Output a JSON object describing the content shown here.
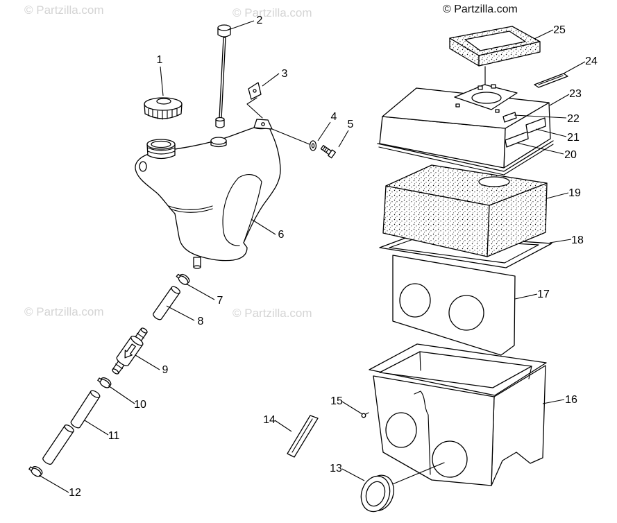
{
  "watermarks": {
    "site": "© Partzilla.com",
    "faint": "© Partzilla.com"
  },
  "callouts": [
    "1",
    "2",
    "3",
    "4",
    "5",
    "6",
    "7",
    "8",
    "9",
    "10",
    "11",
    "12",
    "13",
    "14",
    "15",
    "16",
    "17",
    "18",
    "19",
    "20",
    "21",
    "22",
    "23",
    "24",
    "25"
  ],
  "colors": {
    "line": "#000000",
    "watermark_faint": "#d4d4d4",
    "background": "#ffffff"
  }
}
